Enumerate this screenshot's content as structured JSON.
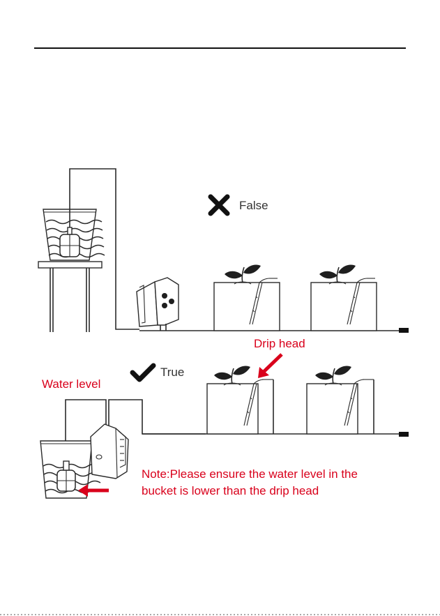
{
  "labels": {
    "false_label": "False",
    "true_label": "True",
    "drip_head": "Drip head",
    "water_level": "Water level",
    "note_line1": "Note:Please ensure the water level in the",
    "note_line2": "bucket is lower than the drip head"
  },
  "icons": {
    "false_mark": "cross-icon",
    "true_mark": "check-icon"
  },
  "colors": {
    "accent_red": "#d9001b",
    "line": "#2a2a2a",
    "text": "#333333"
  }
}
